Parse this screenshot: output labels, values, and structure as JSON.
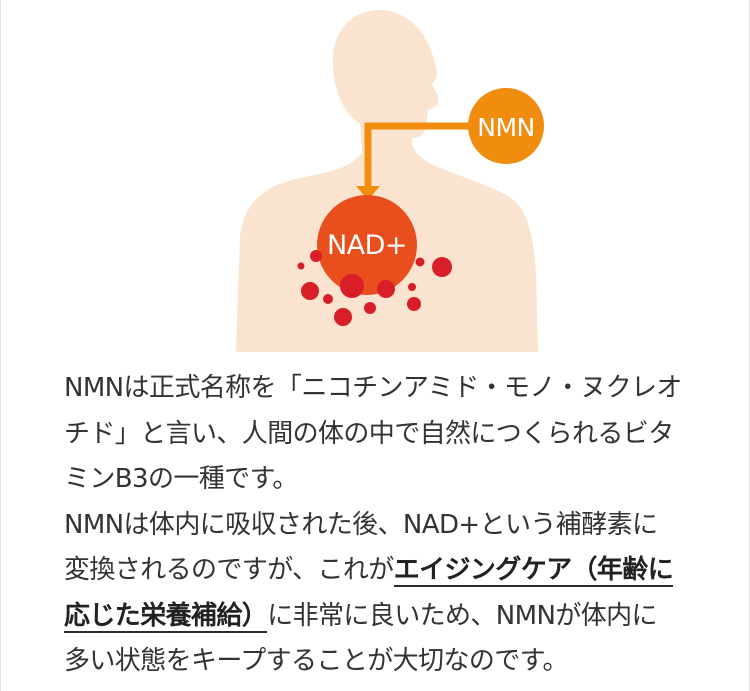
{
  "diagram": {
    "molecule_nmn": "NMN",
    "molecule_nad": "NAD+",
    "colors": {
      "body": "#fbe4cf",
      "nmn_circle": "#f08c0e",
      "nad_circle": "#e84f1c",
      "dots": "#d81e28",
      "arrow": "#f08c0e"
    }
  },
  "text": {
    "p1_part1": "NMNは正式名称を「ニコチンアミド・モノ・ヌクレオ",
    "p1_part2": "チド」と言い、人間の体の中で自然につくられるビタ",
    "p1_part3": "ミンB3の一種です。",
    "p2_part1": "NMNは体内に吸収された後、NAD+という補酵素に",
    "p2_part2": "変換されるのですが、これが",
    "p2_highlight1": "エイジングケア（年齢に",
    "p2_highlight2": "応じた栄養補給）",
    "p2_part3": "に非常に良いため、NMNが体内に",
    "p2_part4": "多い状態をキープすることが大切なのです。"
  }
}
